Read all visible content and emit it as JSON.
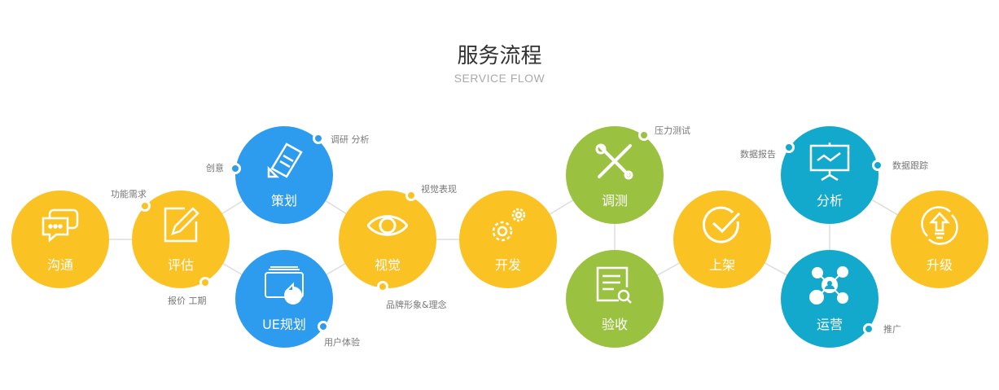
{
  "header": {
    "title": "服务流程",
    "subtitle": "SERVICE FLOW"
  },
  "colors": {
    "yellow": "#fbc224",
    "blue": "#2e9cee",
    "green": "#9ac240",
    "teal": "#13a9cd",
    "line": "#dddddd"
  },
  "steps": [
    {
      "label": "沟通",
      "icon": "chat-bubbles-icon"
    },
    {
      "label": "评估",
      "icon": "pencil-edit-icon"
    },
    {
      "label": "策划",
      "icon": "document-ruler-icon"
    },
    {
      "label": "UE规划",
      "icon": "pie-chart-screen-icon"
    },
    {
      "label": "视觉",
      "icon": "eye-icon"
    },
    {
      "label": "开发",
      "icon": "gears-icon"
    },
    {
      "label": "调测",
      "icon": "wrench-screwdriver-icon"
    },
    {
      "label": "验收",
      "icon": "document-search-icon"
    },
    {
      "label": "上架",
      "icon": "check-circle-icon"
    },
    {
      "label": "分析",
      "icon": "presentation-chart-icon"
    },
    {
      "label": "运营",
      "icon": "network-user-icon"
    },
    {
      "label": "升级",
      "icon": "upgrade-arrow-icon"
    }
  ],
  "notes": {
    "requirements": "功能需求",
    "quote": "报价 工期",
    "idea": "创意",
    "research": "调研 分析",
    "visual": "视觉表现",
    "brand": "品牌形象&理念",
    "ux": "用户体验",
    "stress": "压力测试",
    "report": "数据报告",
    "tracking": "数据跟踪",
    "promotion": "推广"
  }
}
